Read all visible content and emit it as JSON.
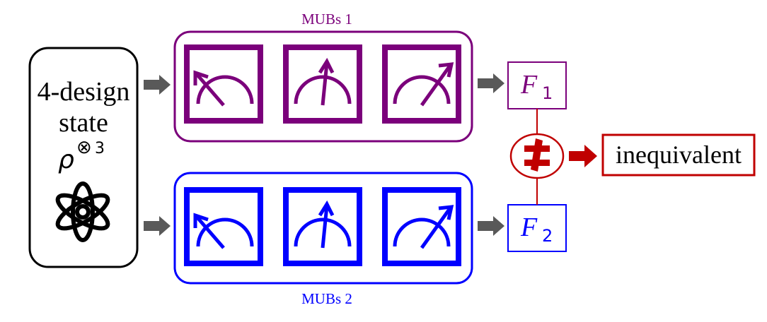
{
  "colors": {
    "mubs1": "#7b007b",
    "mubs2": "#0000ff",
    "state": "#000000",
    "arrow": "#595959",
    "inequivalent": "#c00000"
  },
  "source": {
    "line1": "4-design",
    "line2": "state",
    "rho": "ρ",
    "superscript_symbol": "⊗",
    "superscript_power": "3",
    "icon": "atom-icon"
  },
  "mubs1": {
    "label": "MUBs 1",
    "meters": [
      {
        "icon": "meter-icon",
        "needle": "left"
      },
      {
        "icon": "meter-icon",
        "needle": "up"
      },
      {
        "icon": "meter-icon",
        "needle": "right"
      }
    ]
  },
  "mubs2": {
    "label": "MUBs 2",
    "meters": [
      {
        "icon": "meter-icon",
        "needle": "left"
      },
      {
        "icon": "meter-icon",
        "needle": "up"
      },
      {
        "icon": "meter-icon",
        "needle": "right"
      }
    ]
  },
  "outputs": {
    "f1": {
      "symbol": "F",
      "subscript": "1"
    },
    "f2": {
      "symbol": "F",
      "subscript": "2"
    }
  },
  "comparison": {
    "symbol": "≠",
    "result": "inequivalent"
  }
}
